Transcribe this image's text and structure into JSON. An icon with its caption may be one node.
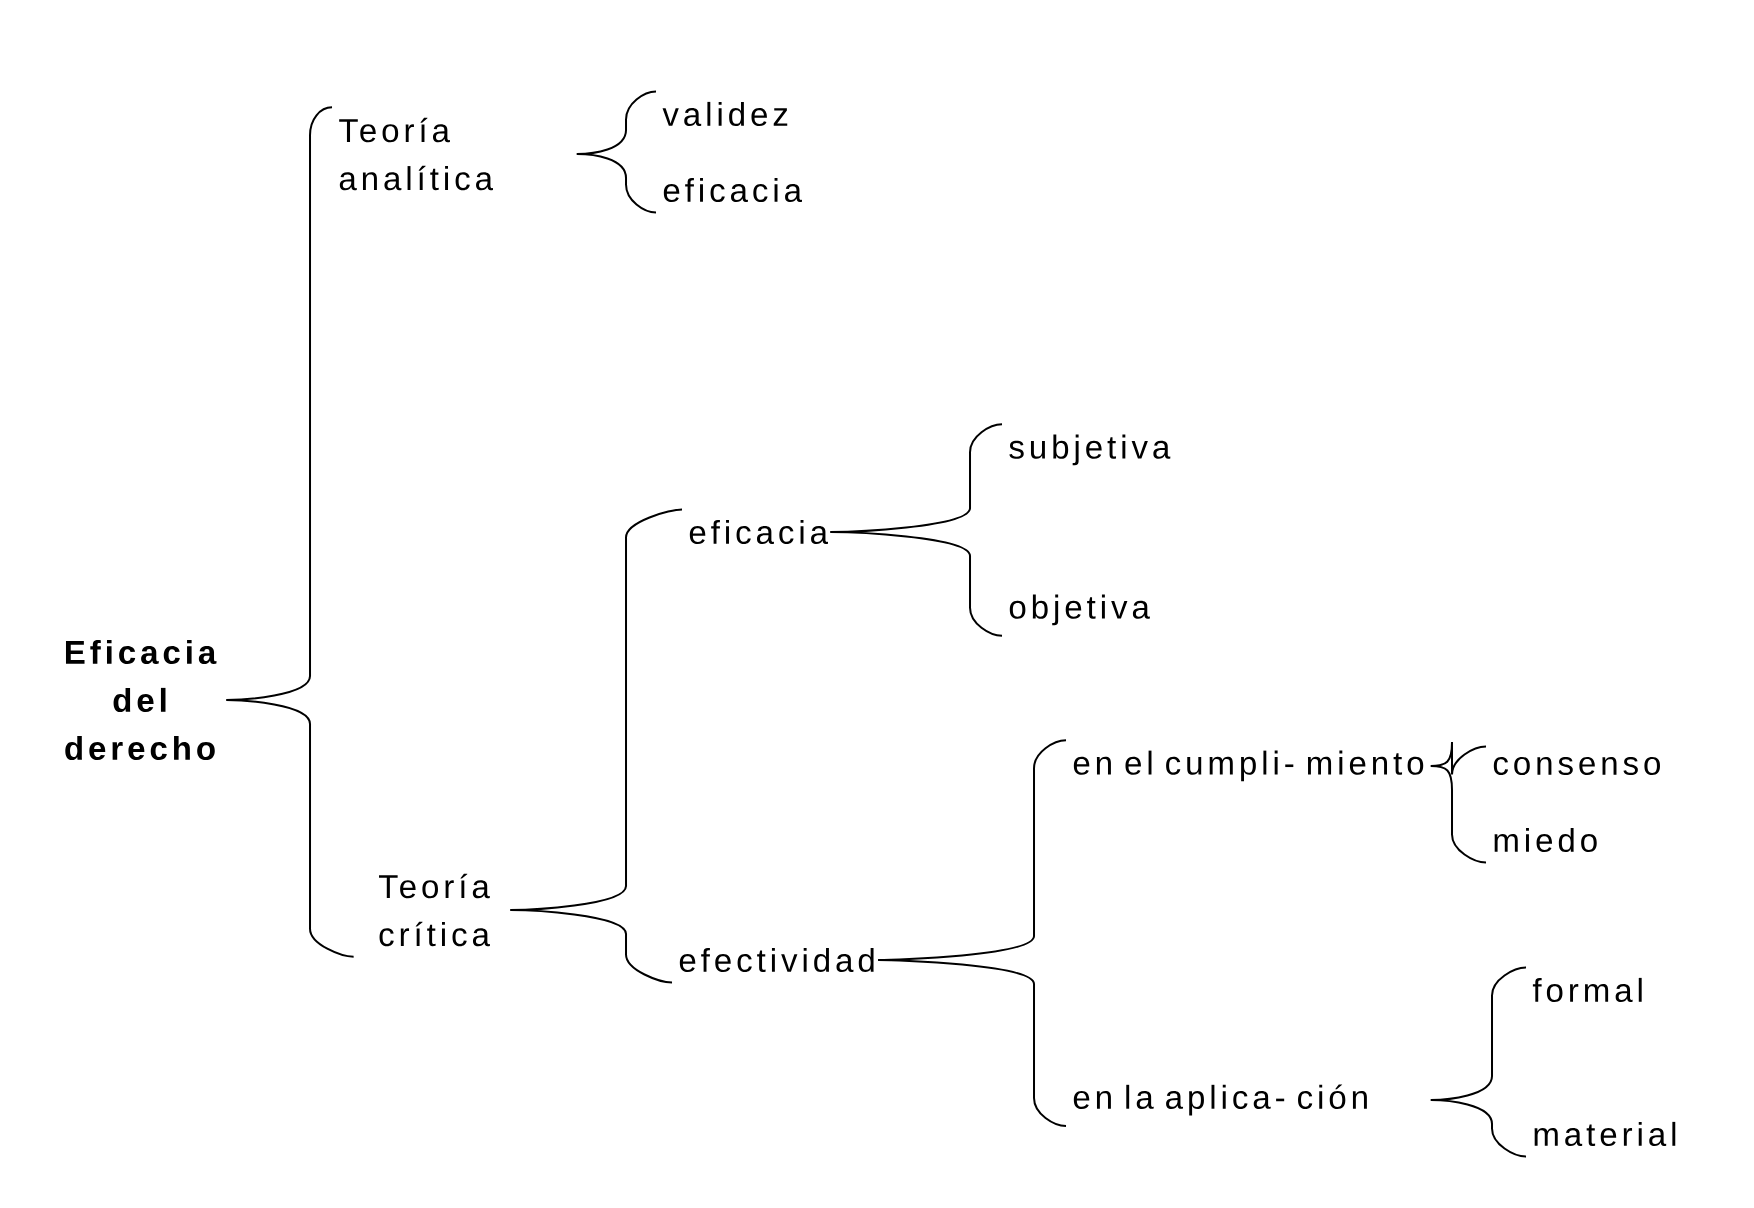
{
  "diagram": {
    "nodes": [
      {
        "text": [
          "Eficacia del derecho"
        ]
      },
      {
        "text": [
          "Teoría analítica"
        ]
      },
      {
        "text": [
          "validez"
        ]
      },
      {
        "text": [
          "eficacia"
        ]
      },
      {
        "text": [
          "Teoría crítica"
        ]
      },
      {
        "text": [
          "eficacia"
        ]
      },
      {
        "text": [
          "subjetiva"
        ]
      },
      {
        "text": [
          "objetiva"
        ]
      },
      {
        "text": [
          "efectividad"
        ]
      },
      {
        "text": [
          "en el cumpli- miento"
        ]
      },
      {
        "text": [
          "consenso"
        ]
      },
      {
        "text": [
          "miedo"
        ]
      },
      {
        "text": [
          "en la aplica- ción"
        ]
      },
      {
        "text": [
          "formal"
        ]
      },
      {
        "text": [
          "material"
        ]
      }
    ],
    "edges": [
      {
        "from": 0,
        "to": 1,
        "arrow": "none"
      },
      {
        "from": 0,
        "to": 4,
        "arrow": "none"
      },
      {
        "from": 1,
        "to": 2,
        "arrow": "none"
      },
      {
        "from": 1,
        "to": 3,
        "arrow": "none"
      },
      {
        "from": 4,
        "to": 5,
        "arrow": "none"
      },
      {
        "from": 4,
        "to": 8,
        "arrow": "none"
      },
      {
        "from": 5,
        "to": 6,
        "arrow": "none"
      },
      {
        "from": 5,
        "to": 7,
        "arrow": "none"
      },
      {
        "from": 8,
        "to": 9,
        "arrow": "none"
      },
      {
        "from": 8,
        "to": 12,
        "arrow": "none"
      },
      {
        "from": 9,
        "to": 10,
        "arrow": "none"
      },
      {
        "from": 9,
        "to": 11,
        "arrow": "none"
      },
      {
        "from": 12,
        "to": 13,
        "arrow": "none"
      },
      {
        "from": 12,
        "to": 14,
        "arrow": "none"
      }
    ]
  }
}
